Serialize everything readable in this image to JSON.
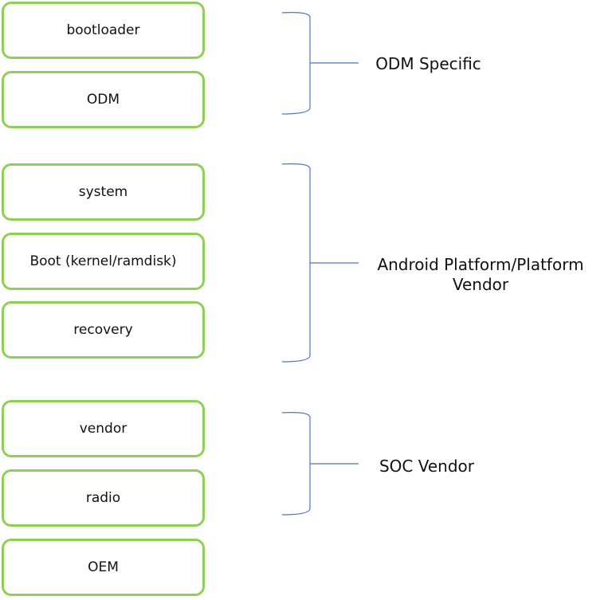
{
  "partitions": [
    {
      "label": "bootloader"
    },
    {
      "label": "ODM"
    },
    {
      "label": "system"
    },
    {
      "label": "Boot (kernel/ramdisk)"
    },
    {
      "label": "recovery"
    },
    {
      "label": "vendor"
    },
    {
      "label": "radio"
    },
    {
      "label": "OEM"
    }
  ],
  "groups": [
    {
      "label": "ODM Specific"
    },
    {
      "label": "Android Platform/Platform\nVendor"
    },
    {
      "label": "SOC Vendor"
    }
  ],
  "colors": {
    "box_border": "#8ecf55",
    "brace": "#4f76b5",
    "text": "#111111"
  }
}
